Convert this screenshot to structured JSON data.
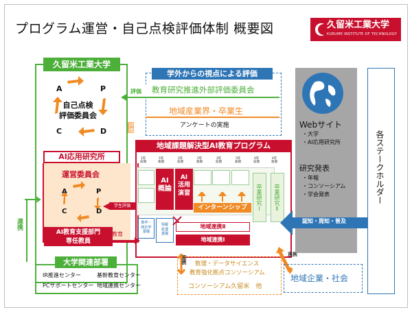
{
  "header": {
    "title": "プログラム運営・自己点検評価体制 概要図",
    "logo_jp": "久留米工業大学",
    "logo_en": "KURUME INSTITUTE OF TECHNOLOGY"
  },
  "university": {
    "title": "久留米工業大学",
    "committee": "自己点検\n評価委員会",
    "pdca": [
      "A",
      "P",
      "C",
      "D"
    ]
  },
  "external_eval": {
    "title": "学外からの視点による評価",
    "committee": "教育研究推進外部評価委員会",
    "community": "地域産業界・卒業生",
    "survey": "アンケートの実施",
    "eval_label_1": "評価",
    "eval_label_2": "評価"
  },
  "ai_lab": {
    "title": "AI応用研究所",
    "steering": "運営委員会",
    "pdca": [
      "A",
      "P",
      "C",
      "D"
    ],
    "support_dept": "AI教育支援部門\n専任教員",
    "student_eval": "学生評価",
    "education": "教育",
    "collab": "連携"
  },
  "program": {
    "title": "地域課題解決型AI教育プログラム",
    "years": [
      "1年\n前期",
      "1年\n後期",
      "2年\n前期",
      "2年\n後期",
      "3年\n前期",
      "3年\n後期",
      "4年\n前期",
      "4年\n後期"
    ],
    "ai_basic": "AI\n概論",
    "ai_practice": "AI\n活用\n演習",
    "internship": "インターンシップ",
    "thesis1": "卒業研究Ⅰ",
    "thesis2": "卒業研究Ⅱ",
    "regional2": "地域連携Ⅱ",
    "regional1": "地域連携Ⅰ",
    "math_label": "数学・\n統計学\n基礎",
    "info_label": "情報\n処理\n基礎"
  },
  "related_depts": {
    "title": "大学関連部署",
    "items": [
      "IR推進センター",
      "基幹教育センター",
      "PCサポートセンター",
      "地域連携センター"
    ]
  },
  "consortium": {
    "collab": "連携",
    "line1": "数理・データサイエンス",
    "line2": "教育強化拠点コンソーシアム",
    "line3": "コンソーシアム久留米　他"
  },
  "regional": {
    "collab": "連携",
    "label": "地域企業・社会"
  },
  "outreach": {
    "web_title": "Webサイト",
    "web_items": [
      "・大学",
      "・AI応用研究所"
    ],
    "pub_title": "研究発表",
    "pub_items": [
      "・年報",
      "・コンソーシアム",
      "・学会発表"
    ],
    "arrow_label": "認知・周知・普及"
  },
  "stakeholders": {
    "label": "各ステークホルダー"
  },
  "colors": {
    "green": "#4caf3a",
    "red": "#c8102e",
    "blue": "#2e75b6",
    "orange": "#f08a24",
    "gray": "#a6a6a6"
  }
}
